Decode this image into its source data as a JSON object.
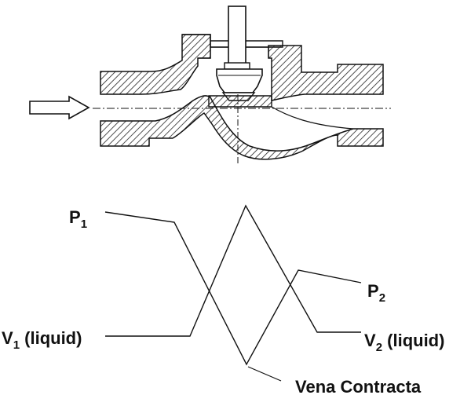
{
  "labels": {
    "p1": {
      "main": "P",
      "sub": "1"
    },
    "p2": {
      "main": "P",
      "sub": "2"
    },
    "v1": {
      "main": "V",
      "sub": "1",
      "rest": " (liquid)"
    },
    "v2": {
      "main": "V",
      "sub": "2",
      "rest": " (liquid)"
    },
    "vena_contracta": "Vena Contracta"
  },
  "colors": {
    "line": "#111111",
    "hatch": "#333333",
    "secondary": "#888888"
  }
}
